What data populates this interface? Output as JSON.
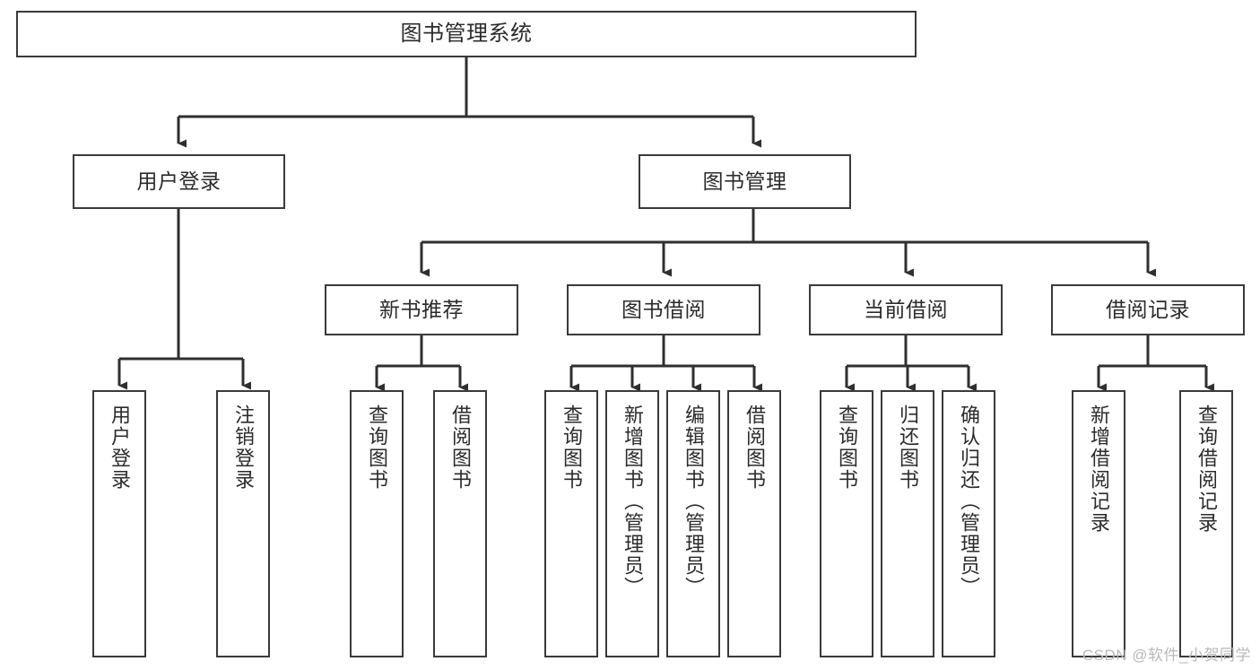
{
  "diagram": {
    "title": "图书管理系统",
    "type": "tree-hierarchy-diagram",
    "watermark": "CSDN @软件_小贺同学",
    "colors": {
      "box_border": "#3a3a3a",
      "box_fill": "#ffffff",
      "edge": "#2f2f2f",
      "text": "#2b2b2b",
      "watermark": "#b9b9b9",
      "background": "#ffffff"
    },
    "nodes": {
      "root": {
        "label": "图书管理系统"
      },
      "level1": [
        {
          "label": "用户登录"
        },
        {
          "label": "图书管理"
        }
      ],
      "level2": [
        {
          "label": "新书推荐"
        },
        {
          "label": "图书借阅"
        },
        {
          "label": "当前借阅"
        },
        {
          "label": "借阅记录"
        }
      ],
      "leaves": {
        "user_login": [
          {
            "label": "用户登录"
          },
          {
            "label": "注销登录"
          }
        ],
        "new_book_recommend": [
          {
            "label": "查询图书"
          },
          {
            "label": "借阅图书"
          }
        ],
        "book_borrow": [
          {
            "label": "查询图书"
          },
          {
            "label": "新增图书（管理员）"
          },
          {
            "label": "编辑图书（管理员）"
          },
          {
            "label": "借阅图书"
          }
        ],
        "current_borrow": [
          {
            "label": "查询图书"
          },
          {
            "label": "归还图书"
          },
          {
            "label": "确认归还（管理员）"
          }
        ],
        "borrow_record": [
          {
            "label": "新增借阅记录"
          },
          {
            "label": "查询借阅记录"
          }
        ]
      }
    }
  }
}
